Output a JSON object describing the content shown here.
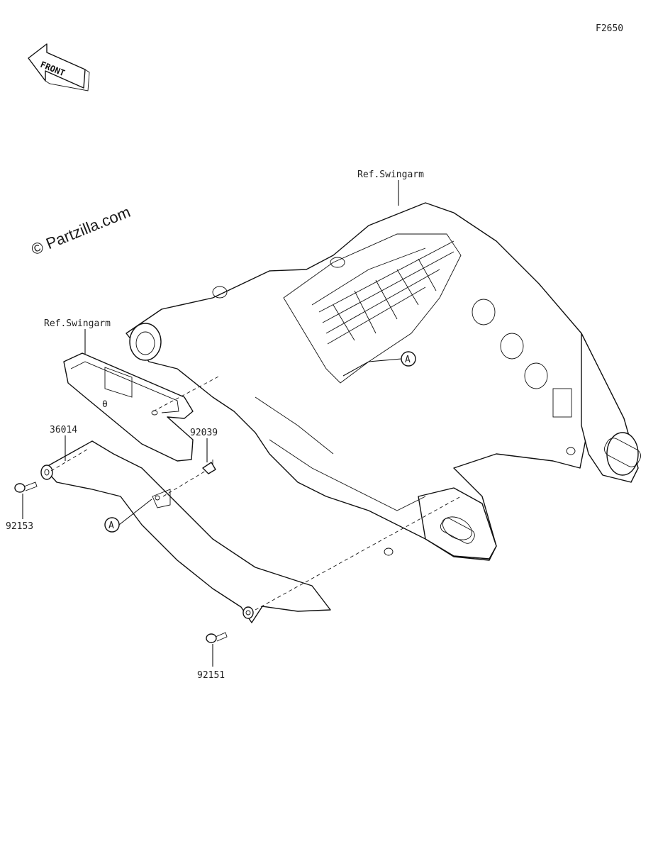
{
  "figure_code": "F2650",
  "watermark": "© Partzilla.com",
  "front_label": "FRONT",
  "labels": {
    "ref_swingarm_top": "Ref.Swingarm",
    "ref_swingarm_left": "Ref.Swingarm",
    "part_36014": "36014",
    "part_92039": "92039",
    "part_92153": "92153",
    "part_92151": "92151",
    "callout_a_1": "A",
    "callout_a_2": "A"
  }
}
